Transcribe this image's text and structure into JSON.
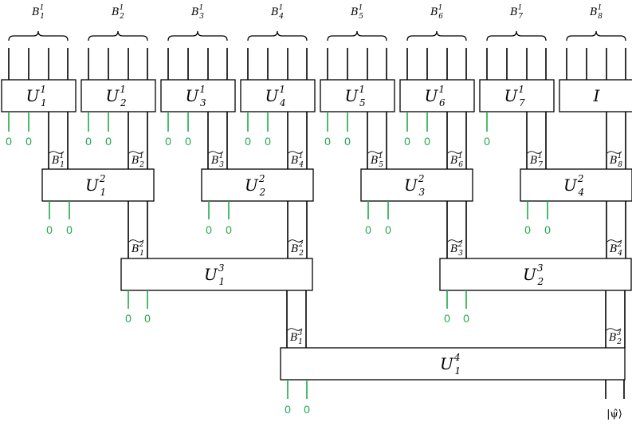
{
  "colors": {
    "ancilla": "#1faa4a",
    "stroke": "#000000"
  },
  "level1": {
    "blocks": [
      {
        "label": "B",
        "sub": "1",
        "sup": "1"
      },
      {
        "label": "B",
        "sub": "2",
        "sup": "1"
      },
      {
        "label": "B",
        "sub": "3",
        "sup": "1"
      },
      {
        "label": "B",
        "sub": "4",
        "sup": "1"
      },
      {
        "label": "B",
        "sub": "5",
        "sup": "1"
      },
      {
        "label": "B",
        "sub": "6",
        "sup": "1"
      },
      {
        "label": "B",
        "sub": "7",
        "sup": "1"
      },
      {
        "label": "B",
        "sub": "8",
        "sup": "1"
      }
    ],
    "unitaries": [
      {
        "label": "U",
        "sub": "1",
        "sup": "1"
      },
      {
        "label": "U",
        "sub": "2",
        "sup": "1"
      },
      {
        "label": "U",
        "sub": "3",
        "sup": "1"
      },
      {
        "label": "U",
        "sub": "4",
        "sup": "1"
      },
      {
        "label": "U",
        "sub": "5",
        "sup": "1"
      },
      {
        "label": "U",
        "sub": "6",
        "sup": "1"
      },
      {
        "label": "U",
        "sub": "7",
        "sup": "1"
      },
      {
        "label": "I",
        "sub": "",
        "sup": ""
      }
    ],
    "outputs": [
      {
        "label": "B",
        "sub": "1",
        "sup": "1"
      },
      {
        "label": "B",
        "sub": "2",
        "sup": "1"
      },
      {
        "label": "B",
        "sub": "3",
        "sup": "1"
      },
      {
        "label": "B",
        "sub": "4",
        "sup": "1"
      },
      {
        "label": "B",
        "sub": "5",
        "sup": "1"
      },
      {
        "label": "B",
        "sub": "6",
        "sup": "1"
      },
      {
        "label": "B",
        "sub": "7",
        "sup": "1"
      },
      {
        "label": "B",
        "sub": "8",
        "sup": "1"
      }
    ]
  },
  "level2": {
    "unitaries": [
      {
        "label": "U",
        "sub": "1",
        "sup": "2"
      },
      {
        "label": "U",
        "sub": "2",
        "sup": "2"
      },
      {
        "label": "U",
        "sub": "3",
        "sup": "2"
      },
      {
        "label": "U",
        "sub": "4",
        "sup": "2"
      }
    ],
    "outputs": [
      {
        "label": "B",
        "sub": "1",
        "sup": "2"
      },
      {
        "label": "B",
        "sub": "2",
        "sup": "2"
      },
      {
        "label": "B",
        "sub": "3",
        "sup": "2"
      },
      {
        "label": "B",
        "sub": "4",
        "sup": "2"
      }
    ]
  },
  "level3": {
    "unitaries": [
      {
        "label": "U",
        "sub": "1",
        "sup": "3"
      },
      {
        "label": "U",
        "sub": "2",
        "sup": "3"
      }
    ],
    "outputs": [
      {
        "label": "B",
        "sub": "1",
        "sup": "3"
      },
      {
        "label": "B",
        "sub": "2",
        "sup": "3"
      }
    ]
  },
  "level4": {
    "unitary": {
      "label": "U",
      "sub": "1",
      "sup": "4"
    }
  },
  "ancilla_label": "0",
  "output_state": "|ψ̂⟩"
}
